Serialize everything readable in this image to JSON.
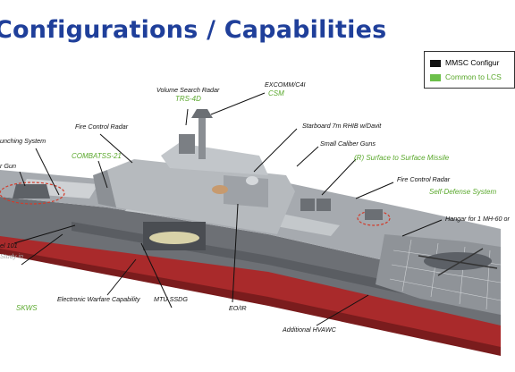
{
  "title": "Configurations / Capabilities",
  "legend": [
    {
      "label": "MMSC Configur",
      "color": "#111111"
    },
    {
      "label": "Common to LCS",
      "color": "#6cc04a"
    }
  ],
  "callouts": {
    "volume_search_radar": "Volume Search Radar",
    "trs_4d": "TRS-4D",
    "excomm_c4i": "EXCOMM/C4I",
    "csm": "CSM",
    "launching_system": "unching System",
    "fire_control_radar_fwd": "Fire Control Radar",
    "starboard_rhib": "Starboard 7m RHIB w/Davit",
    "small_caliber_guns": "Small Caliber Guns",
    "r_gun": "r Gun",
    "combatss_21": "COMBATSS-21",
    "surface_to_surface_missile": "(R) Surface to Surface Missile",
    "fire_control_radar_aft": "Fire Control Radar",
    "self_defense_system": "Self-Defense System",
    "hangar": "Hangar for 1 MH-60 or",
    "mk_101": "el 101",
    "study_in": "Study in",
    "skws": "SKWS",
    "electronic_warfare": "Electronic Warfare Capability",
    "mtu_ssdg": "MTU SSDG",
    "eo_ir": "EO/IR",
    "additional_hvawc": "Additional HVAWC"
  },
  "colors": {
    "title": "#1f3f9a",
    "green_text": "#5aa82c",
    "hull_red": "#b0282a",
    "hull_gray": "#6f7277",
    "deck_gray": "#a9adb2"
  }
}
